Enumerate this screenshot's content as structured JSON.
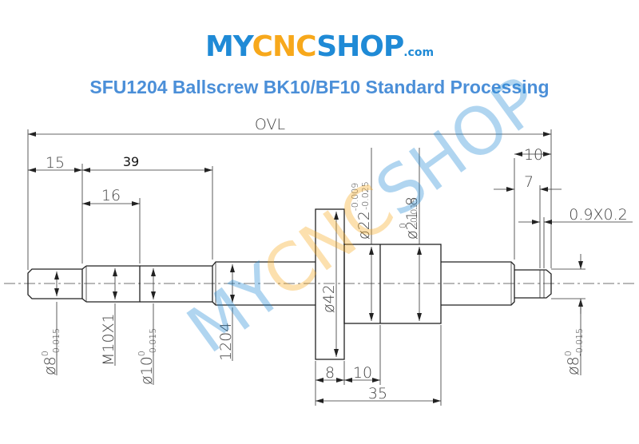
{
  "logo": {
    "part1": "MY",
    "part2": "CNC",
    "part3": "SHOP",
    "suffix": ".com"
  },
  "title": "SFU1204 Ballscrew BK10/BF10 Standard Processing",
  "watermark": {
    "part1": "MY",
    "part2": "CNC",
    "part3": "SHOP"
  },
  "colors": {
    "brand_blue": "#1f8ad6",
    "brand_orange": "#f7a81b",
    "title_blue": "#4b8fd8"
  },
  "dimensions": {
    "ovl": "OVL",
    "d15": "15",
    "d39": "39",
    "d16": "16",
    "r10": "10",
    "r7": "7",
    "groove": "0.9X0.2",
    "flange_w": "8",
    "nut_step": "10",
    "nut_len": "35",
    "left_dia": {
      "main": "ø8",
      "upper": "0",
      "lower": "-0.015"
    },
    "thread": "M10X1",
    "bearing_dia": {
      "main": "ø10",
      "upper": "0",
      "lower": "-0.015"
    },
    "screw": "1204",
    "flange_dia": "ø42",
    "nut_dia": {
      "main": "ø22",
      "upper": "-0.009",
      "lower": "-0.025"
    },
    "nut_dia2": {
      "main": "ø21.8",
      "upper": "0",
      "lower": "-0.015"
    },
    "right_dia": {
      "main": "ø8",
      "upper": "0",
      "lower": "-0.015"
    }
  }
}
